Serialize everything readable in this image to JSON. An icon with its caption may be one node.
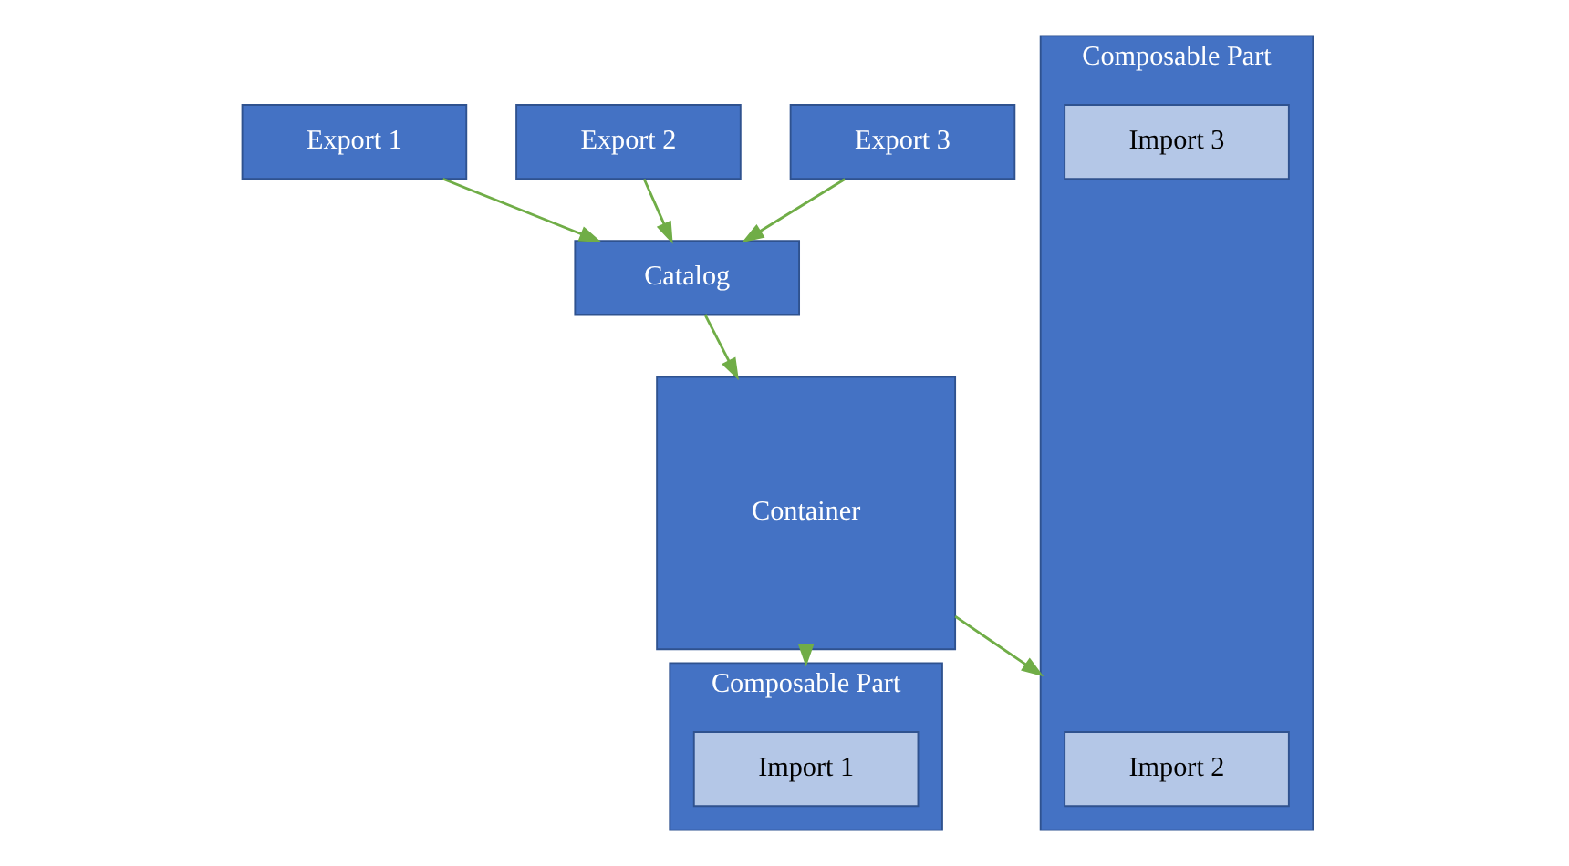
{
  "diagram": {
    "nodes": [
      {
        "text": [
          "Export 1"
        ]
      },
      {
        "text": [
          "Export 2"
        ]
      },
      {
        "text": [
          "Export 3"
        ]
      },
      {
        "text": [
          "Catalog"
        ]
      },
      {
        "text": [
          "Container"
        ]
      },
      {
        "text": [
          "Composable Part"
        ]
      },
      {
        "text": [
          "Import 1"
        ],
        "in": 5
      },
      {
        "text": [
          "Composable Part"
        ]
      },
      {
        "text": [
          "Import 2"
        ],
        "in": 7
      },
      {
        "text": [
          "Import 3"
        ],
        "in": 7
      }
    ],
    "edges": [
      {
        "from": 0,
        "to": 3,
        "arrow": "to"
      },
      {
        "from": 1,
        "to": 3,
        "arrow": "to"
      },
      {
        "from": 2,
        "to": 3,
        "arrow": "to"
      },
      {
        "from": 3,
        "to": 4,
        "arrow": "to"
      },
      {
        "from": 4,
        "to": 5,
        "arrow": "to"
      },
      {
        "from": 4,
        "to": 7,
        "arrow": "to"
      }
    ]
  }
}
